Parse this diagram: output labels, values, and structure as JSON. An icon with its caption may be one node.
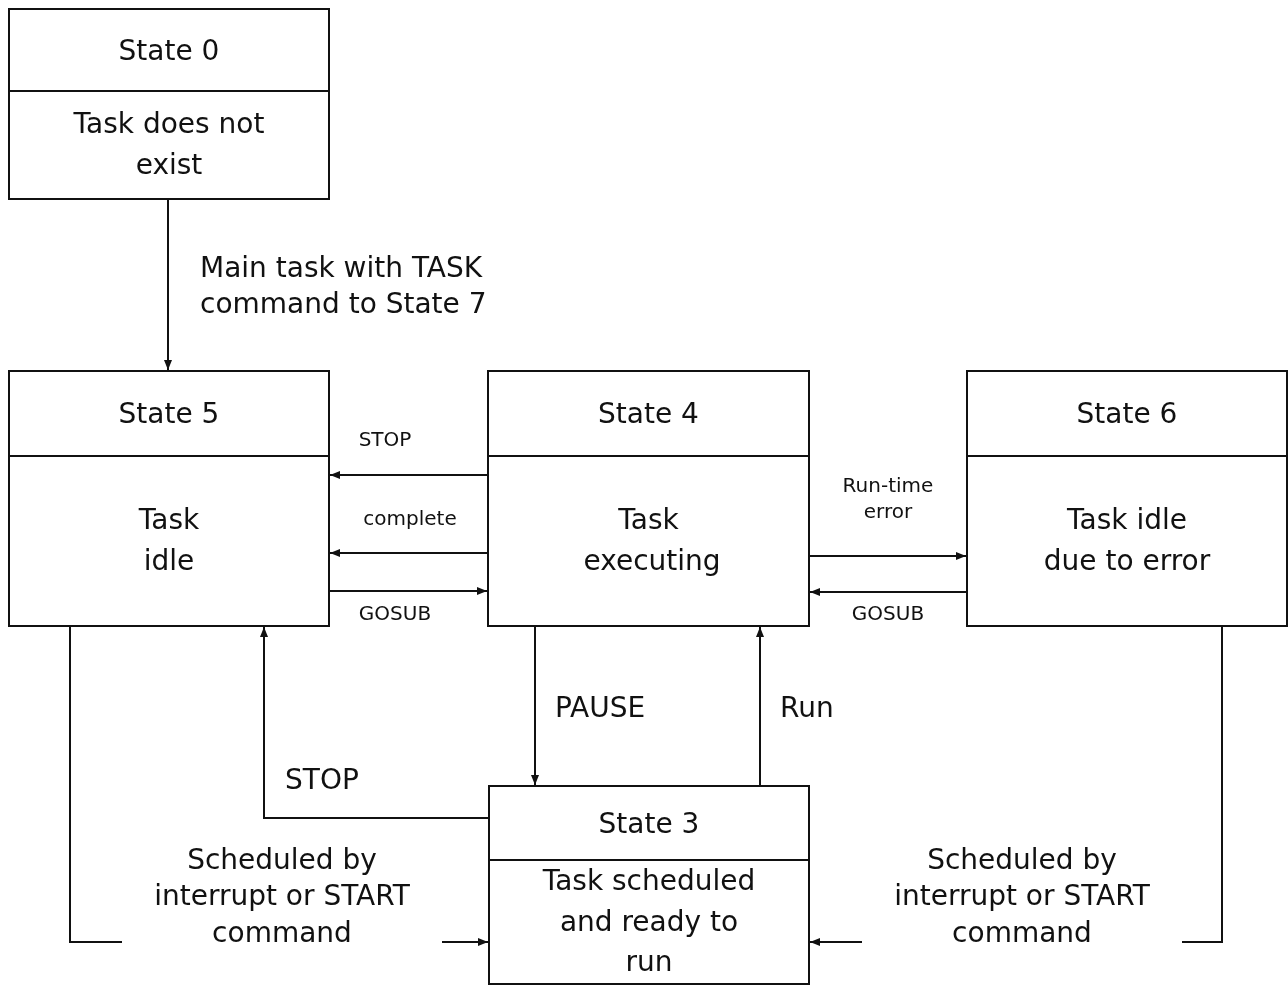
{
  "diagram": {
    "nodes": [
      {
        "text": [
          "State 0",
          "Task does not exist"
        ]
      },
      {
        "text": [
          "State 5",
          "Task idle"
        ]
      },
      {
        "text": [
          "State 4",
          "Task executing"
        ]
      },
      {
        "text": [
          "State 6",
          "Task idle due to error"
        ]
      },
      {
        "text": [
          "State 3",
          "Task scheduled and ready to run"
        ]
      }
    ],
    "edges": [
      {
        "from": 0,
        "to": 1,
        "arrow": "to",
        "label": "Main task with TASK command to State 7"
      },
      {
        "from": 2,
        "to": 1,
        "arrow": "to",
        "label": "STOP"
      },
      {
        "from": 2,
        "to": 1,
        "arrow": "to",
        "label": "complete"
      },
      {
        "from": 1,
        "to": 2,
        "arrow": "to",
        "label": "GOSUB"
      },
      {
        "from": 2,
        "to": 3,
        "arrow": "to",
        "label": "Run-time error"
      },
      {
        "from": 3,
        "to": 2,
        "arrow": "to",
        "label": "GOSUB"
      },
      {
        "from": 2,
        "to": 4,
        "arrow": "to",
        "label": "PAUSE"
      },
      {
        "from": 4,
        "to": 2,
        "arrow": "to",
        "label": "Run"
      },
      {
        "from": 4,
        "to": 1,
        "arrow": "to",
        "label": "STOP"
      },
      {
        "from": 1,
        "to": 4,
        "arrow": "to",
        "label": "Scheduled by interrupt or START command"
      },
      {
        "from": 3,
        "to": 4,
        "arrow": "to",
        "label": "Scheduled by interrupt or START command"
      }
    ]
  }
}
